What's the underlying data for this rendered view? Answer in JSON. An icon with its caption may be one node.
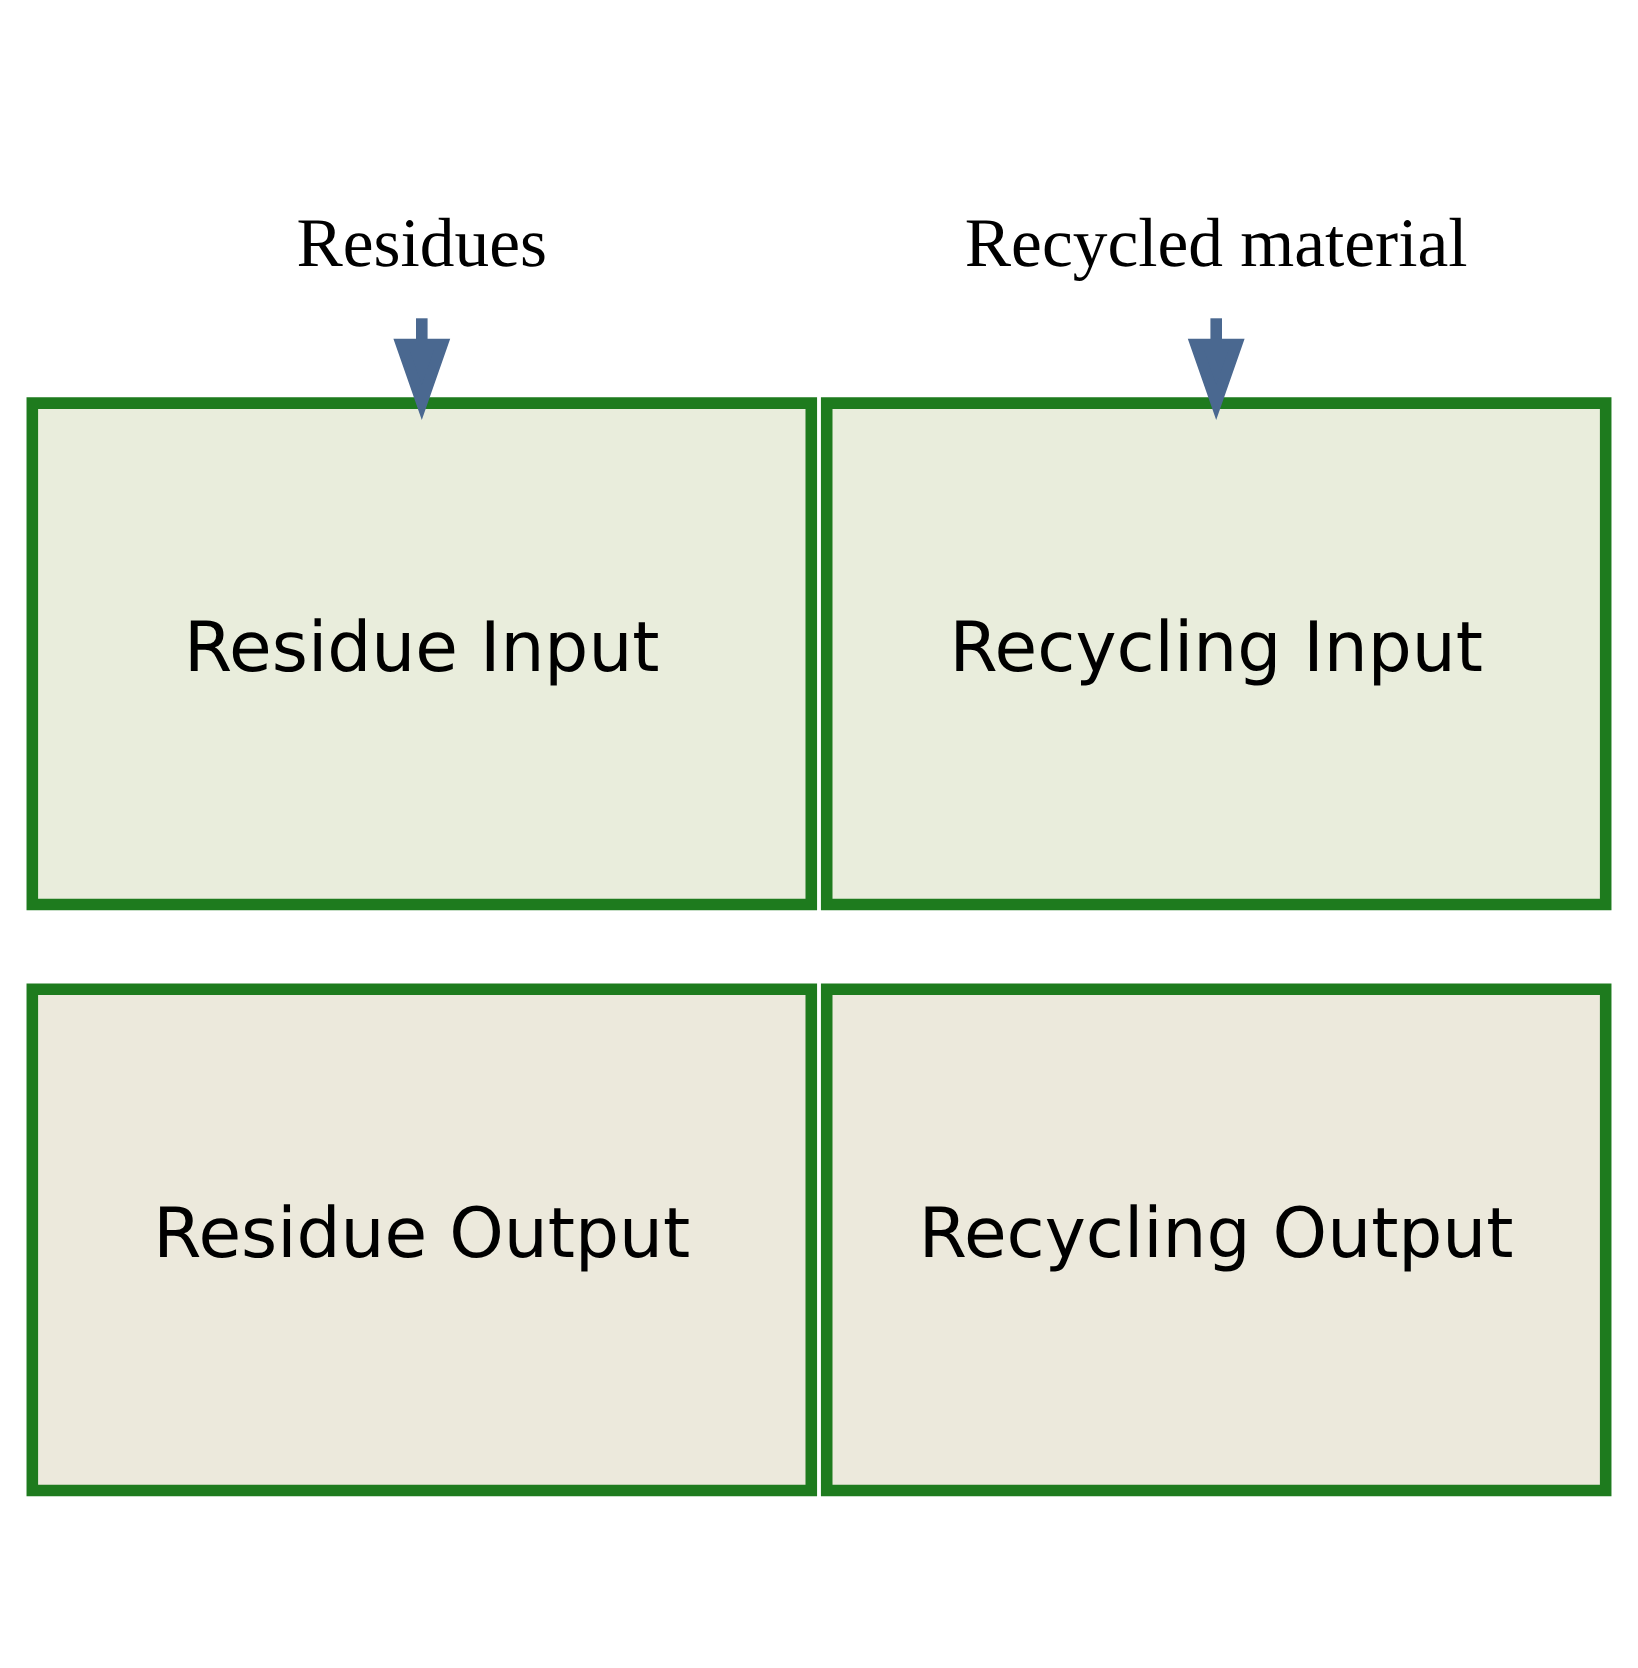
{
  "diagram": {
    "nodes": [
      {
        "text": [
          "Residues"
        ]
      },
      {
        "text": [
          "Recycled material"
        ]
      },
      {
        "text": [
          "Residue Input"
        ]
      },
      {
        "text": [
          "Recycling Input"
        ]
      },
      {
        "text": [
          "Residue Output"
        ]
      },
      {
        "text": [
          "Recycling Output"
        ]
      }
    ],
    "edges": [
      {
        "from": 0,
        "to": 2,
        "arrow": "to"
      },
      {
        "from": 1,
        "to": 3,
        "arrow": "to"
      }
    ]
  }
}
